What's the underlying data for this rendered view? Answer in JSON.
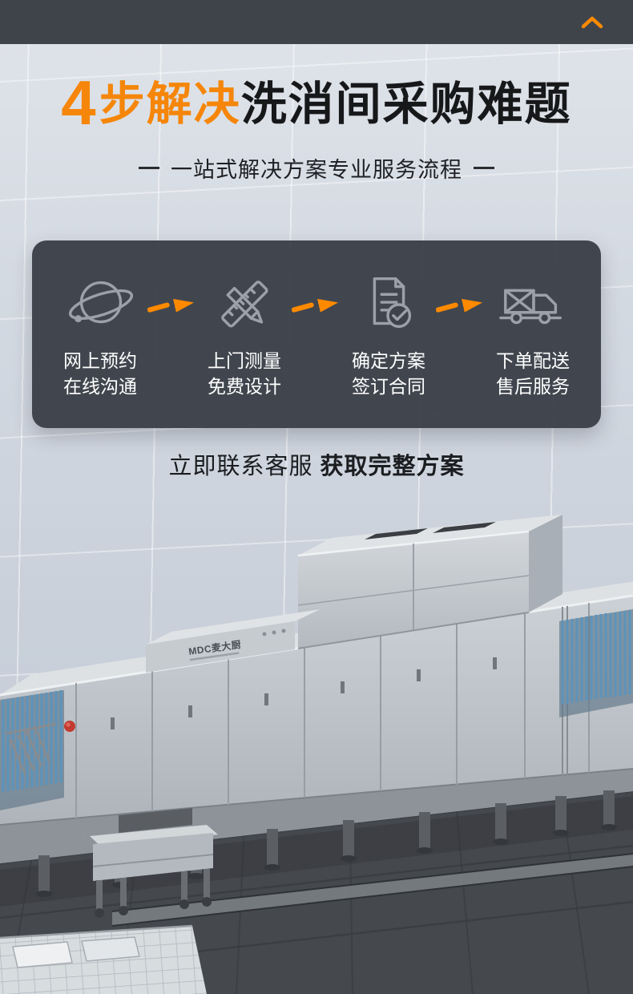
{
  "top_bar": {
    "collapse_icon": "chevron-up-icon"
  },
  "hero": {
    "title_number": "4",
    "title_highlight": "步解决",
    "title_rest": "洗消间采购难题",
    "subtitle": "一站式解决方案专业服务流程"
  },
  "steps_panel": {
    "items": [
      {
        "icon": "planet-icon",
        "line1": "网上预约",
        "line2": "在线沟通"
      },
      {
        "icon": "ruler-pen-icon",
        "line1": "上门测量",
        "line2": "免费设计"
      },
      {
        "icon": "document-check-icon",
        "line1": "确定方案",
        "line2": "签订合同"
      },
      {
        "icon": "delivery-truck-icon",
        "line1": "下单配送",
        "line2": "售后服务"
      }
    ]
  },
  "cta": {
    "text_regular": "立即联系客服",
    "text_bold": "获取完整方案"
  },
  "product_scene": {
    "brand_label": "MDC麦大厨"
  },
  "colors": {
    "accent_orange": "#FF8A00",
    "panel_dark": "#3e434b",
    "title_dark": "#17181a",
    "steel_light": "#d6dadd",
    "steel_mid": "#b9bfc5",
    "floor_dark": "#46494e",
    "curtain_blue": "#5d93ba"
  }
}
